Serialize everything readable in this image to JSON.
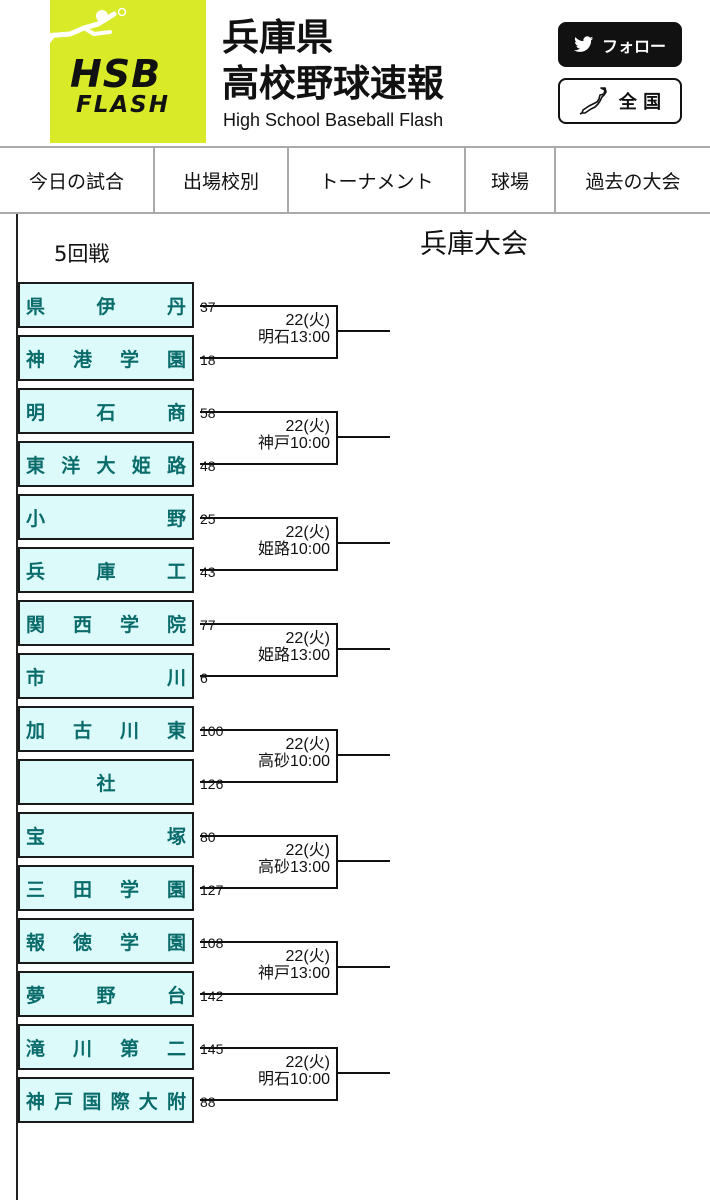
{
  "header": {
    "logo_big": "HSB",
    "logo_small": "FLASH",
    "title_line1": "兵庫県",
    "title_line2": "高校野球速報",
    "subtitle": "High School Baseball Flash",
    "follow_label": "フォロー",
    "all_label": "全 国"
  },
  "nav": [
    "今日の試合",
    "出場校別",
    "トーナメント",
    "球場",
    "過去の大会"
  ],
  "round_label": "5回戦",
  "tournament_title": "兵庫大会",
  "matches": [
    {
      "team1": [
        "県",
        "伊",
        "丹"
      ],
      "score1": "37",
      "team2": [
        "神",
        "港",
        "学",
        "園"
      ],
      "score2": "18",
      "date": "22(火)",
      "venue": "明石13:00"
    },
    {
      "team1": [
        "明",
        "石",
        "商"
      ],
      "score1": "58",
      "team2": [
        "東",
        "洋",
        "大",
        "姫",
        "路"
      ],
      "score2": "48",
      "date": "22(火)",
      "venue": "神戸10:00"
    },
    {
      "team1": [
        "小",
        "野"
      ],
      "score1": "25",
      "team2": [
        "兵",
        "庫",
        "工"
      ],
      "score2": "43",
      "date": "22(火)",
      "venue": "姫路10:00"
    },
    {
      "team1": [
        "関",
        "西",
        "学",
        "院"
      ],
      "score1": "77",
      "team2": [
        "市",
        "川"
      ],
      "score2": "6",
      "date": "22(火)",
      "venue": "姫路13:00"
    },
    {
      "team1": [
        "加",
        "古",
        "川",
        "東"
      ],
      "score1": "100",
      "team2": [
        "社"
      ],
      "score2": "126",
      "date": "22(火)",
      "venue": "高砂10:00"
    },
    {
      "team1": [
        "宝",
        "塚"
      ],
      "score1": "80",
      "team2": [
        "三",
        "田",
        "学",
        "園"
      ],
      "score2": "127",
      "date": "22(火)",
      "venue": "高砂13:00"
    },
    {
      "team1": [
        "報",
        "徳",
        "学",
        "園"
      ],
      "score1": "108",
      "team2": [
        "夢",
        "野",
        "台"
      ],
      "score2": "142",
      "date": "22(火)",
      "venue": "神戸13:00"
    },
    {
      "team1": [
        "滝",
        "川",
        "第",
        "二"
      ],
      "score1": "145",
      "team2": [
        "神",
        "戸",
        "国",
        "際",
        "大",
        "附"
      ],
      "score2": "88",
      "date": "22(火)",
      "venue": "明石10:00"
    }
  ],
  "colors": {
    "logo_bg": "#d8ea28",
    "team_bg": "#dcfafa",
    "team_text": "#0a6b6b"
  },
  "icons": {
    "follow": "twitter-bird-icon",
    "all": "japan-map-icon",
    "logo": "diving-player-icon"
  }
}
